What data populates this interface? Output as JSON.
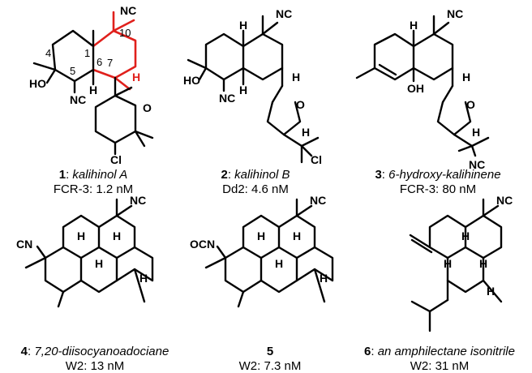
{
  "figure": {
    "compounds": [
      {
        "number": "1",
        "name": "kalihinol A",
        "activity": "FCR-3: 1.2 nM",
        "atoms": {
          "isonitrile": "NC",
          "isonitrile_2": "NC",
          "hydroxyl": "HO",
          "ring_oxygen": "O",
          "chlorine": "Cl",
          "hydrogen_1": "H",
          "hydrogen_2": "H"
        },
        "locants": [
          "1",
          "4",
          "5",
          "6",
          "7",
          "10"
        ]
      },
      {
        "number": "2",
        "name": "kalihinol B",
        "activity": "Dd2: 4.6 nM",
        "atoms": {
          "isonitrile": "NC",
          "isonitrile_2": "NC",
          "hydroxyl": "HO",
          "ring_oxygen": "O",
          "chlorine": "Cl",
          "hydrogen_1": "H",
          "hydrogen_2": "H",
          "hydrogen_3": "H",
          "hydrogen_4": "H"
        }
      },
      {
        "number": "3",
        "name": "6-hydroxy-kalihinene",
        "activity": "FCR-3: 80 nM",
        "atoms": {
          "isonitrile": "NC",
          "isonitrile_2": "NC",
          "hydroxyl": "OH",
          "ring_oxygen": "O",
          "hydrogen_1": "H",
          "hydrogen_2": "H",
          "hydrogen_3": "H"
        }
      },
      {
        "number": "4",
        "name": "7,20-diisocyanoadociane",
        "activity": "W2: 13 nM",
        "atoms": {
          "isonitrile": "NC",
          "isonitrile_2": "CN",
          "hydrogen": "H"
        }
      },
      {
        "number": "5",
        "name": "",
        "activity": "W2: 7.3 nM",
        "atoms": {
          "isonitrile": "NC",
          "isocyanate": "OCN",
          "hydrogen": "H"
        }
      },
      {
        "number": "6",
        "name": "an amphilectane isonitrile",
        "activity": "W2: 31 nM",
        "atoms": {
          "isonitrile": "NC",
          "hydrogen": "H"
        }
      }
    ],
    "colors": {
      "highlight": "#e0201c",
      "ink": "#000000"
    }
  }
}
